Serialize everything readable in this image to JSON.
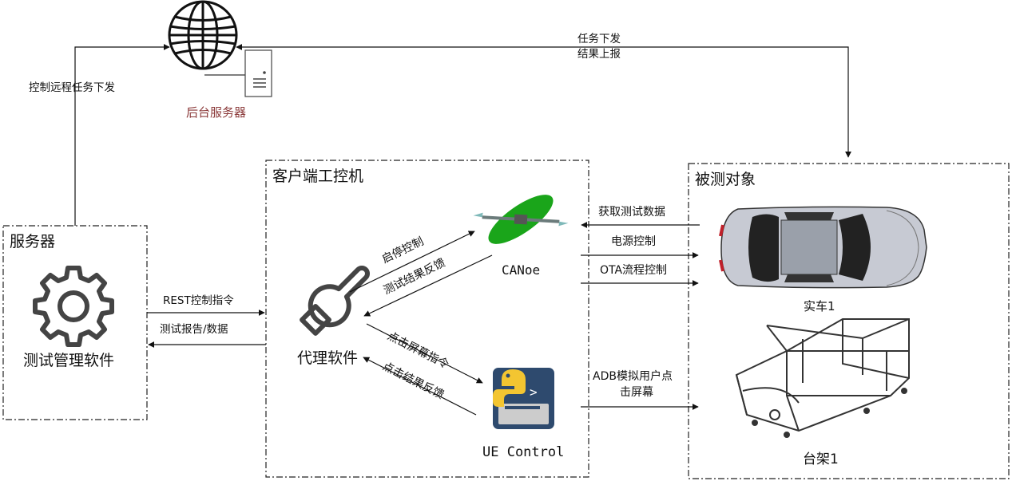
{
  "server_box": {
    "title": "服务器",
    "software": "测试管理软件"
  },
  "client_box": {
    "title": "客户端工控机",
    "proxy": "代理软件",
    "canoe": "CANoe",
    "ue": "UE Control"
  },
  "target_box": {
    "title": "被测对象",
    "car": "实车1",
    "rig": "台架1"
  },
  "backend": {
    "label": "后台服务器"
  },
  "links": {
    "remote": "控制远程任务下发",
    "dispatch_1": "任务下发",
    "dispatch_2": "结果上报",
    "rest": "REST控制指令",
    "report": "测试报告/数据",
    "start_stop": "启停控制",
    "test_feedback": "测试结果反馈",
    "click_cmd": "点击屏幕指令",
    "click_feedback": "点击结果反馈",
    "get_data": "获取测试数据",
    "power": "电源控制",
    "ota": "OTA流程控制",
    "adb_1": "ADB模拟用户点",
    "adb_2": "击屏幕"
  },
  "icons": [
    "globe-icon",
    "server-icon",
    "gear-icon",
    "wrench-icon",
    "canoe-icon",
    "python-icon",
    "car-icon",
    "rig-icon"
  ],
  "colors": {
    "line": "#111111",
    "backend_label": "#8b3a3a",
    "canoe_green": "#1aa51a",
    "car_body": "#c7cad3"
  }
}
